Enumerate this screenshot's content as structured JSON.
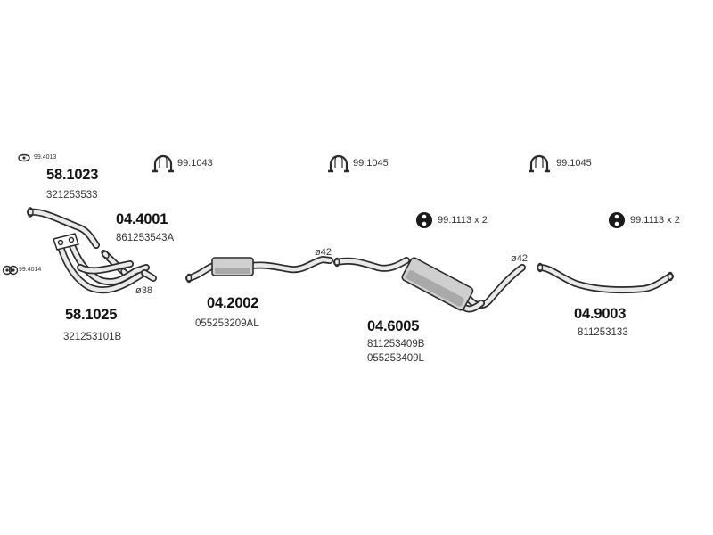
{
  "parts": {
    "p58_1023": {
      "number": "58.1023",
      "oem": "321253533"
    },
    "p04_4001": {
      "number": "04.4001",
      "oem": "861253543A"
    },
    "p58_1025": {
      "number": "58.1025",
      "oem": "321253101B"
    },
    "p04_2002": {
      "number": "04.2002",
      "oem": "055253209AL"
    },
    "p04_6005": {
      "number": "04.6005",
      "oem": [
        "811253409B",
        "055253409L"
      ]
    },
    "p04_9003": {
      "number": "04.9003",
      "oem": "811253133"
    }
  },
  "accessories": {
    "ring_99_4013": {
      "code": "99.4013",
      "icon": "ring-icon"
    },
    "gasket_99_4014": {
      "code": "99.4014",
      "icon": "gasket-icon"
    },
    "clamp_99_1043": {
      "code": "99.1043",
      "icon": "clamp-icon"
    },
    "clamp_99_1045_a": {
      "code": "99.1045",
      "icon": "clamp-icon"
    },
    "clamp_99_1045_b": {
      "code": "99.1045",
      "icon": "clamp-icon"
    },
    "hanger_99_1113_a": {
      "code": "99.1113  x 2",
      "icon": "rubber-hanger-icon"
    },
    "hanger_99_1113_b": {
      "code": "99.1113  x 2",
      "icon": "rubber-hanger-icon"
    }
  },
  "diameters": {
    "d38": "ø38",
    "d42_a": "ø42",
    "d42_b": "ø42"
  },
  "colors": {
    "line": "#2a2a2a",
    "pipe_fill": "#e9e9e9",
    "muffler_fill": "#cfcfcf"
  }
}
